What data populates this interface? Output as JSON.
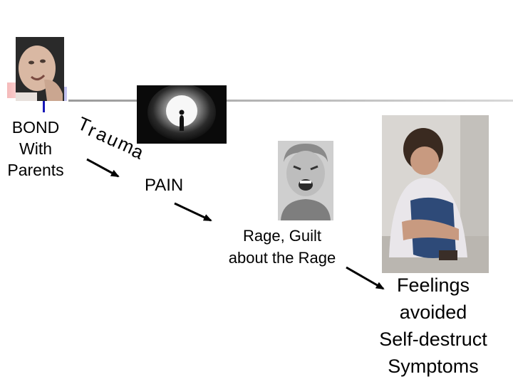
{
  "nodes": {
    "bond": [
      "BOND",
      "With",
      "Parents"
    ],
    "pain": "PAIN",
    "rage": [
      "Rage, Guilt",
      "about the Rage"
    ],
    "feelings": [
      "Feelings",
      "avoided",
      "Self-destruct",
      "Symptoms"
    ]
  },
  "trauma_letters": [
    "T",
    "r",
    "a",
    "u",
    "m",
    "a"
  ],
  "colors": {
    "arrow": "#000000",
    "accent_blue": "#1818b8",
    "accent_red": "#f4b9b9"
  }
}
